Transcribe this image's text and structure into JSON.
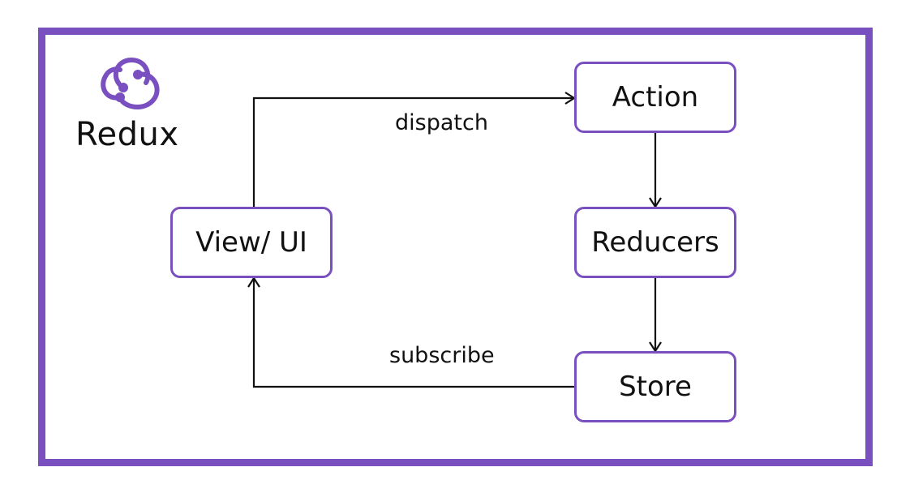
{
  "brand": {
    "name": "Redux",
    "logo_icon": "redux-logo-icon",
    "accent_color": "#7a4fbf"
  },
  "nodes": {
    "action": "Action",
    "reducers": "Reducers",
    "store": "Store",
    "view": "View/ UI"
  },
  "edges": {
    "dispatch": "dispatch",
    "subscribe": "subscribe"
  }
}
